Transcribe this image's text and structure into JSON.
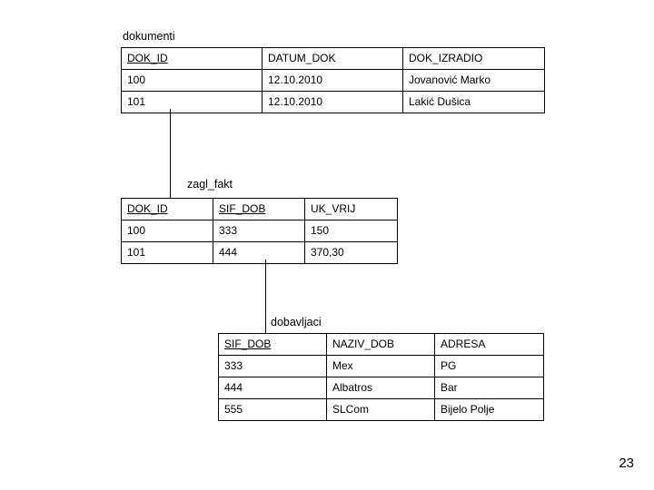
{
  "page": {
    "number": "23"
  },
  "tables": [
    {
      "caption": "dokumenti",
      "columns": [
        {
          "label": "DOK_ID",
          "key": true
        },
        {
          "label": "DATUM_DOK",
          "key": false
        },
        {
          "label": "DOK_IZRADIO",
          "key": false
        }
      ],
      "rows": [
        [
          "100",
          "12.10.2010",
          "Jovanović Marko"
        ],
        [
          "101",
          "12.10.2010",
          "Lakić Dušica"
        ]
      ]
    },
    {
      "caption": "zagl_fakt",
      "columns": [
        {
          "label": "DOK_ID",
          "key": true
        },
        {
          "label": "SIF_DOB",
          "key": true
        },
        {
          "label": "UK_VRIJ",
          "key": false
        }
      ],
      "rows": [
        [
          "100",
          "333",
          "150"
        ],
        [
          "101",
          "444",
          "370,30"
        ]
      ]
    },
    {
      "caption": "dobavljaci",
      "columns": [
        {
          "label": "SIF_DOB",
          "key": true
        },
        {
          "label": "NAZIV_DOB",
          "key": false
        },
        {
          "label": "ADRESA",
          "key": false
        }
      ],
      "rows": [
        [
          "333",
          "Mex",
          "PG"
        ],
        [
          "444",
          "Albatros",
          "Bar"
        ],
        [
          "555",
          "SLCom",
          "Bijelo Polje"
        ]
      ]
    }
  ]
}
